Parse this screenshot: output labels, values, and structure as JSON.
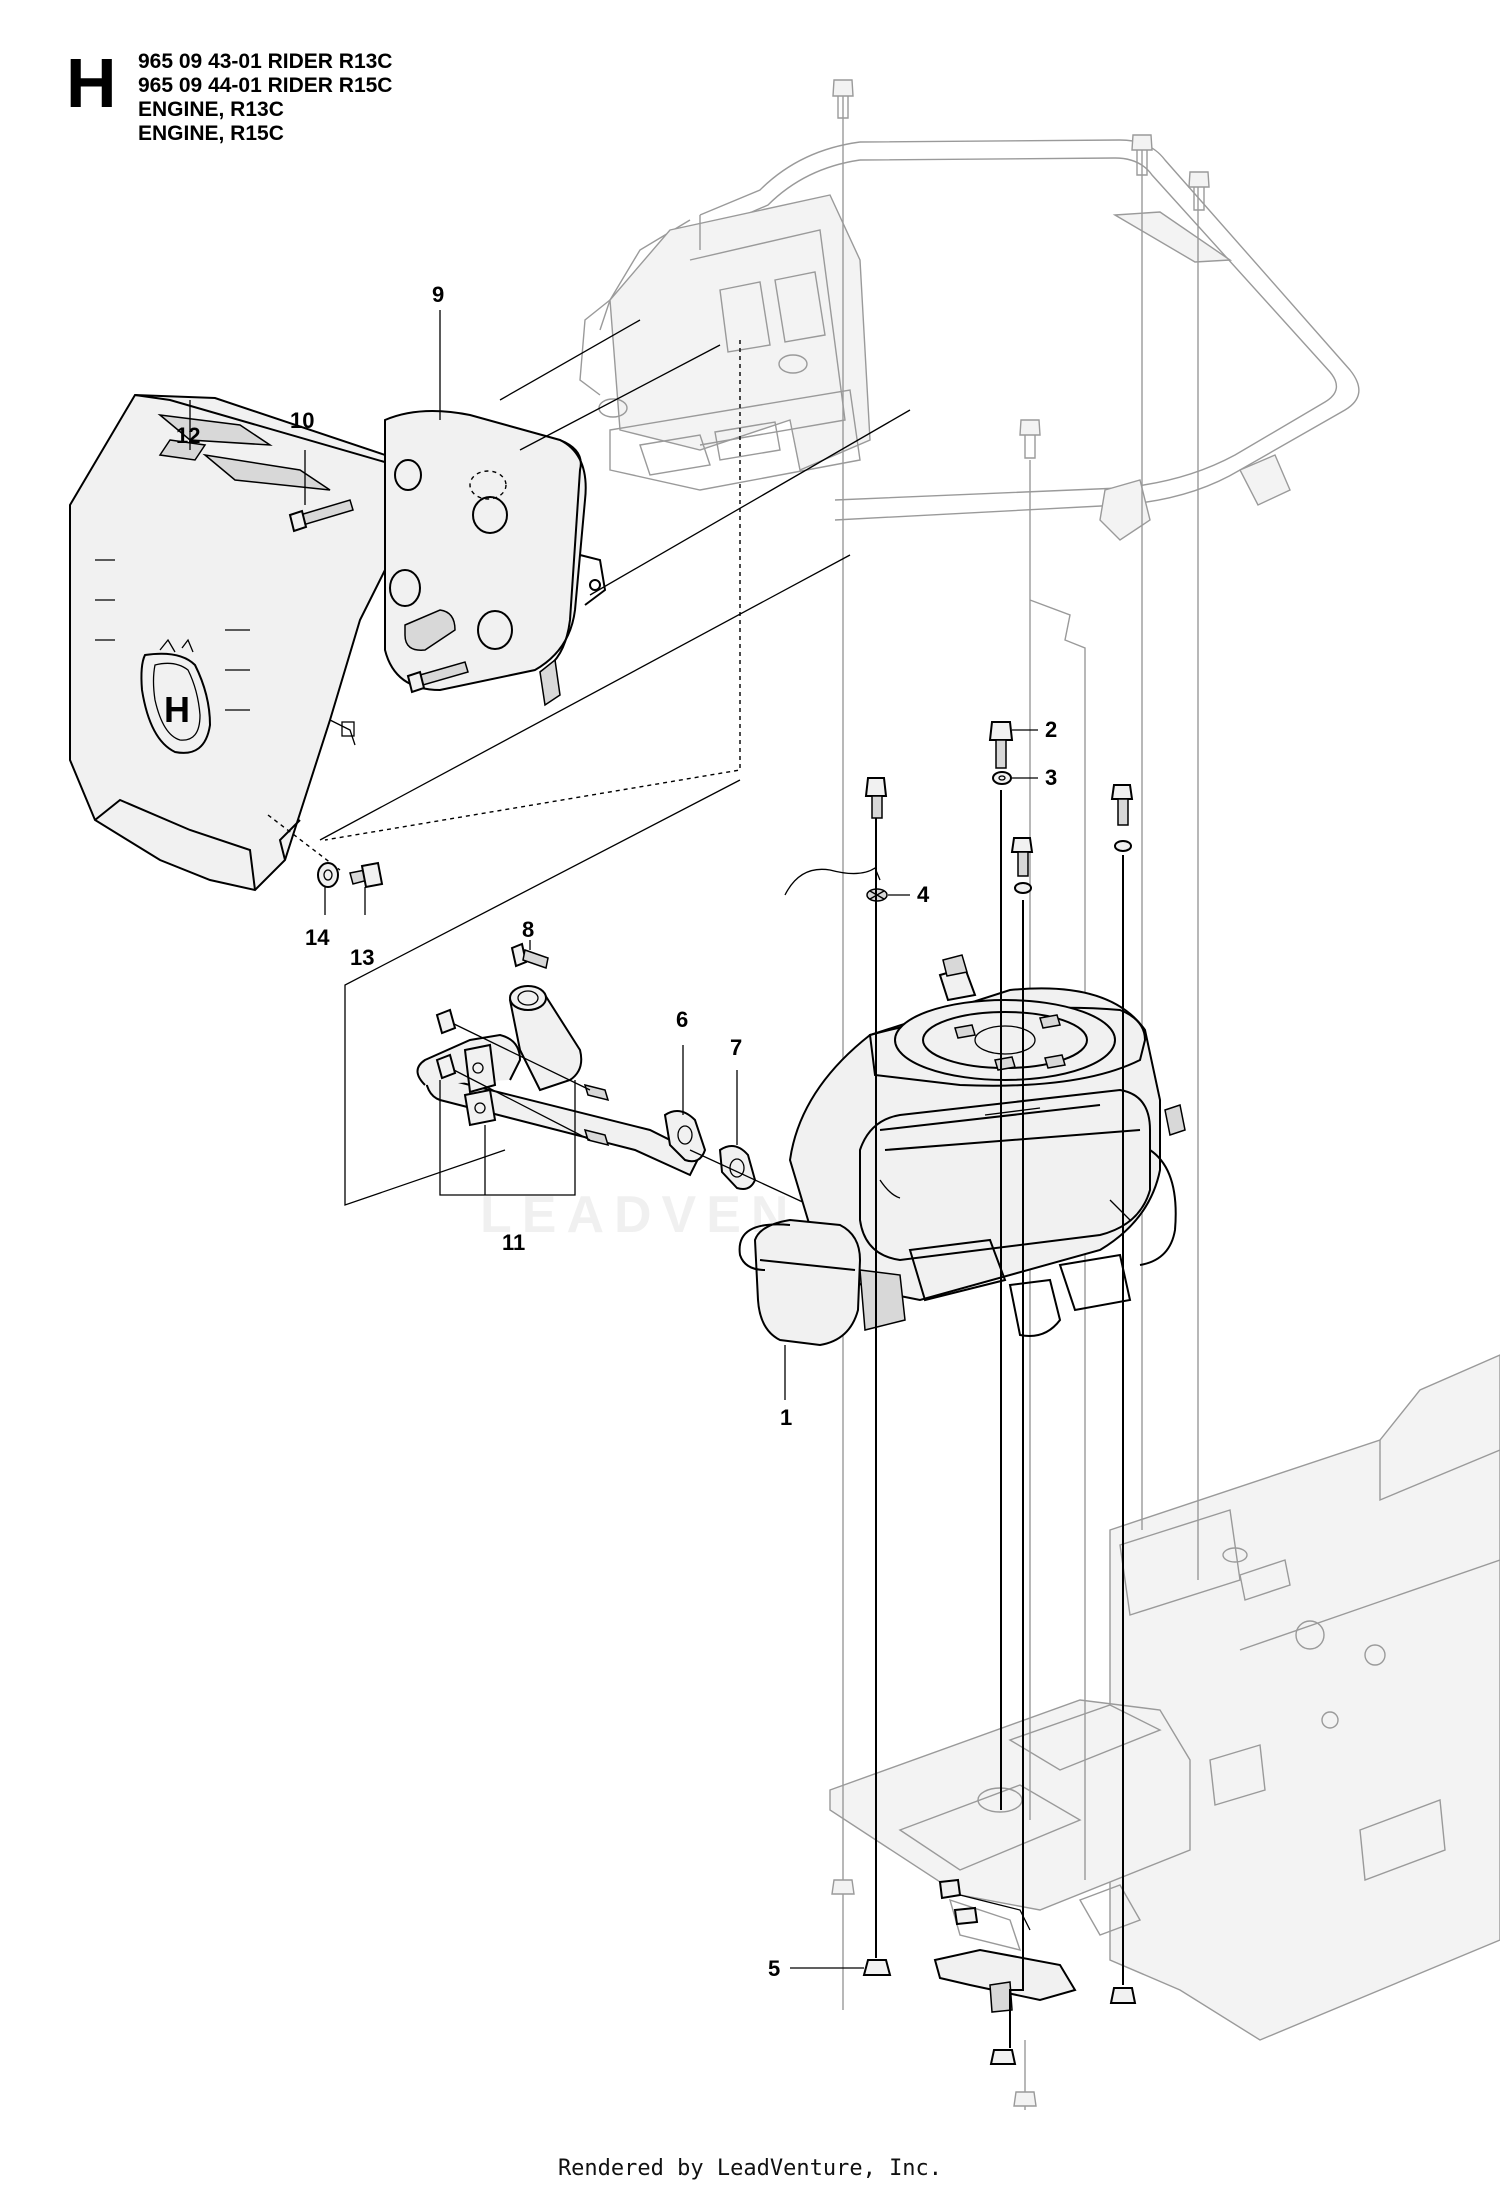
{
  "page_letter": "H",
  "header": {
    "lines": [
      "965 09 43-01 RIDER R13C",
      "965 09 44-01 RIDER R15C",
      "ENGINE, R13C",
      "ENGINE, R15C"
    ]
  },
  "callouts": [
    {
      "id": "1",
      "label": "1"
    },
    {
      "id": "2",
      "label": "2"
    },
    {
      "id": "3",
      "label": "3"
    },
    {
      "id": "4",
      "label": "4"
    },
    {
      "id": "5",
      "label": "5"
    },
    {
      "id": "6",
      "label": "6"
    },
    {
      "id": "7",
      "label": "7"
    },
    {
      "id": "8",
      "label": "8"
    },
    {
      "id": "9",
      "label": "9"
    },
    {
      "id": "10",
      "label": "10"
    },
    {
      "id": "11",
      "label": "11"
    },
    {
      "id": "12",
      "label": "12"
    },
    {
      "id": "13",
      "label": "13"
    },
    {
      "id": "14",
      "label": "14"
    }
  ],
  "brand_logo_letter": "H",
  "watermark": "LEADVENTURE",
  "footer": "Rendered by LeadVenture, Inc."
}
